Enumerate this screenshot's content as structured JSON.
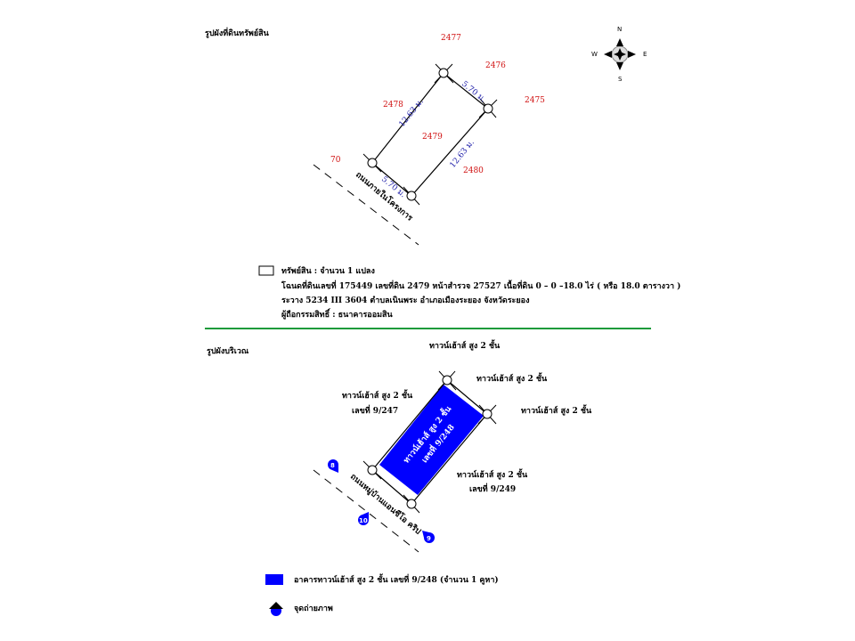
{
  "colors": {
    "building": "#0000ff",
    "divider": "#1a9a3a",
    "plot_number": "#d01010",
    "dimension": "#1a1aa8"
  },
  "plan_title": "รูปผังที่ดินทรัพย์สิน",
  "compass": {
    "n": "N",
    "s": "S",
    "e": "E",
    "w": "W"
  },
  "plot": {
    "neighbors": [
      "2477",
      "2476",
      "2475",
      "2478",
      "2479",
      "2480",
      "70"
    ],
    "dims": {
      "top": "5.70 ม.",
      "left": "12.63 ม.",
      "right": "12.63 ม.",
      "bottom": "5.70 ม."
    },
    "road": "ถนนภายในโครงการ"
  },
  "legend1": {
    "line1": "ทรัพย์สิน : จำนวน 1 แปลง",
    "line2": "โฉนดที่ดินเลขที่ 175449 เลขที่ดิน 2479 หน้าสำรวจ 27527 เนื้อที่ดิน 0 – 0 –18.0 ไร่ ( หรือ 18.0 ตารางวา )",
    "line3": "ระวาง 5234 III 3604 ตำบลเนินพระ อำเภอเมืองระยอง จังหวัดระยอง",
    "line4": "ผู้ถือกรรมสิทธิ์ : ธนาคารออมสิน"
  },
  "site_title": "รูปผังบริเวณ",
  "site": {
    "top": "ทาวน์เฮ้าส์ สูง 2 ชั้น",
    "top_right": "ทาวน์เฮ้าส์ สูง 2 ชั้น",
    "right": "ทาวน์เฮ้าส์ สูง 2 ชั้น",
    "left": "ทาวน์เฮ้าส์ สูง 2 ชั้น",
    "left_no": "เลขที่ 9/247",
    "bottom_right": "ทาวน์เฮ้าส์ สูง 2 ชั้น",
    "bottom_right_no": "เลขที่ 9/249",
    "inner1": "ทาวน์เฮ้าส์ สูง 2 ชั้น",
    "inner2": "เลขที่ 9/248",
    "road": "ถนนหมู่บ้านแอนซีโอ คริป",
    "markers": [
      "8",
      "10",
      "9"
    ]
  },
  "legend2": {
    "building": "อาคารทาวน์เฮ้าส์ สูง 2 ชั้น เลขที่ 9/248  (จำนวน 1 คูหา)",
    "photo": "จุดถ่ายภาพ"
  }
}
